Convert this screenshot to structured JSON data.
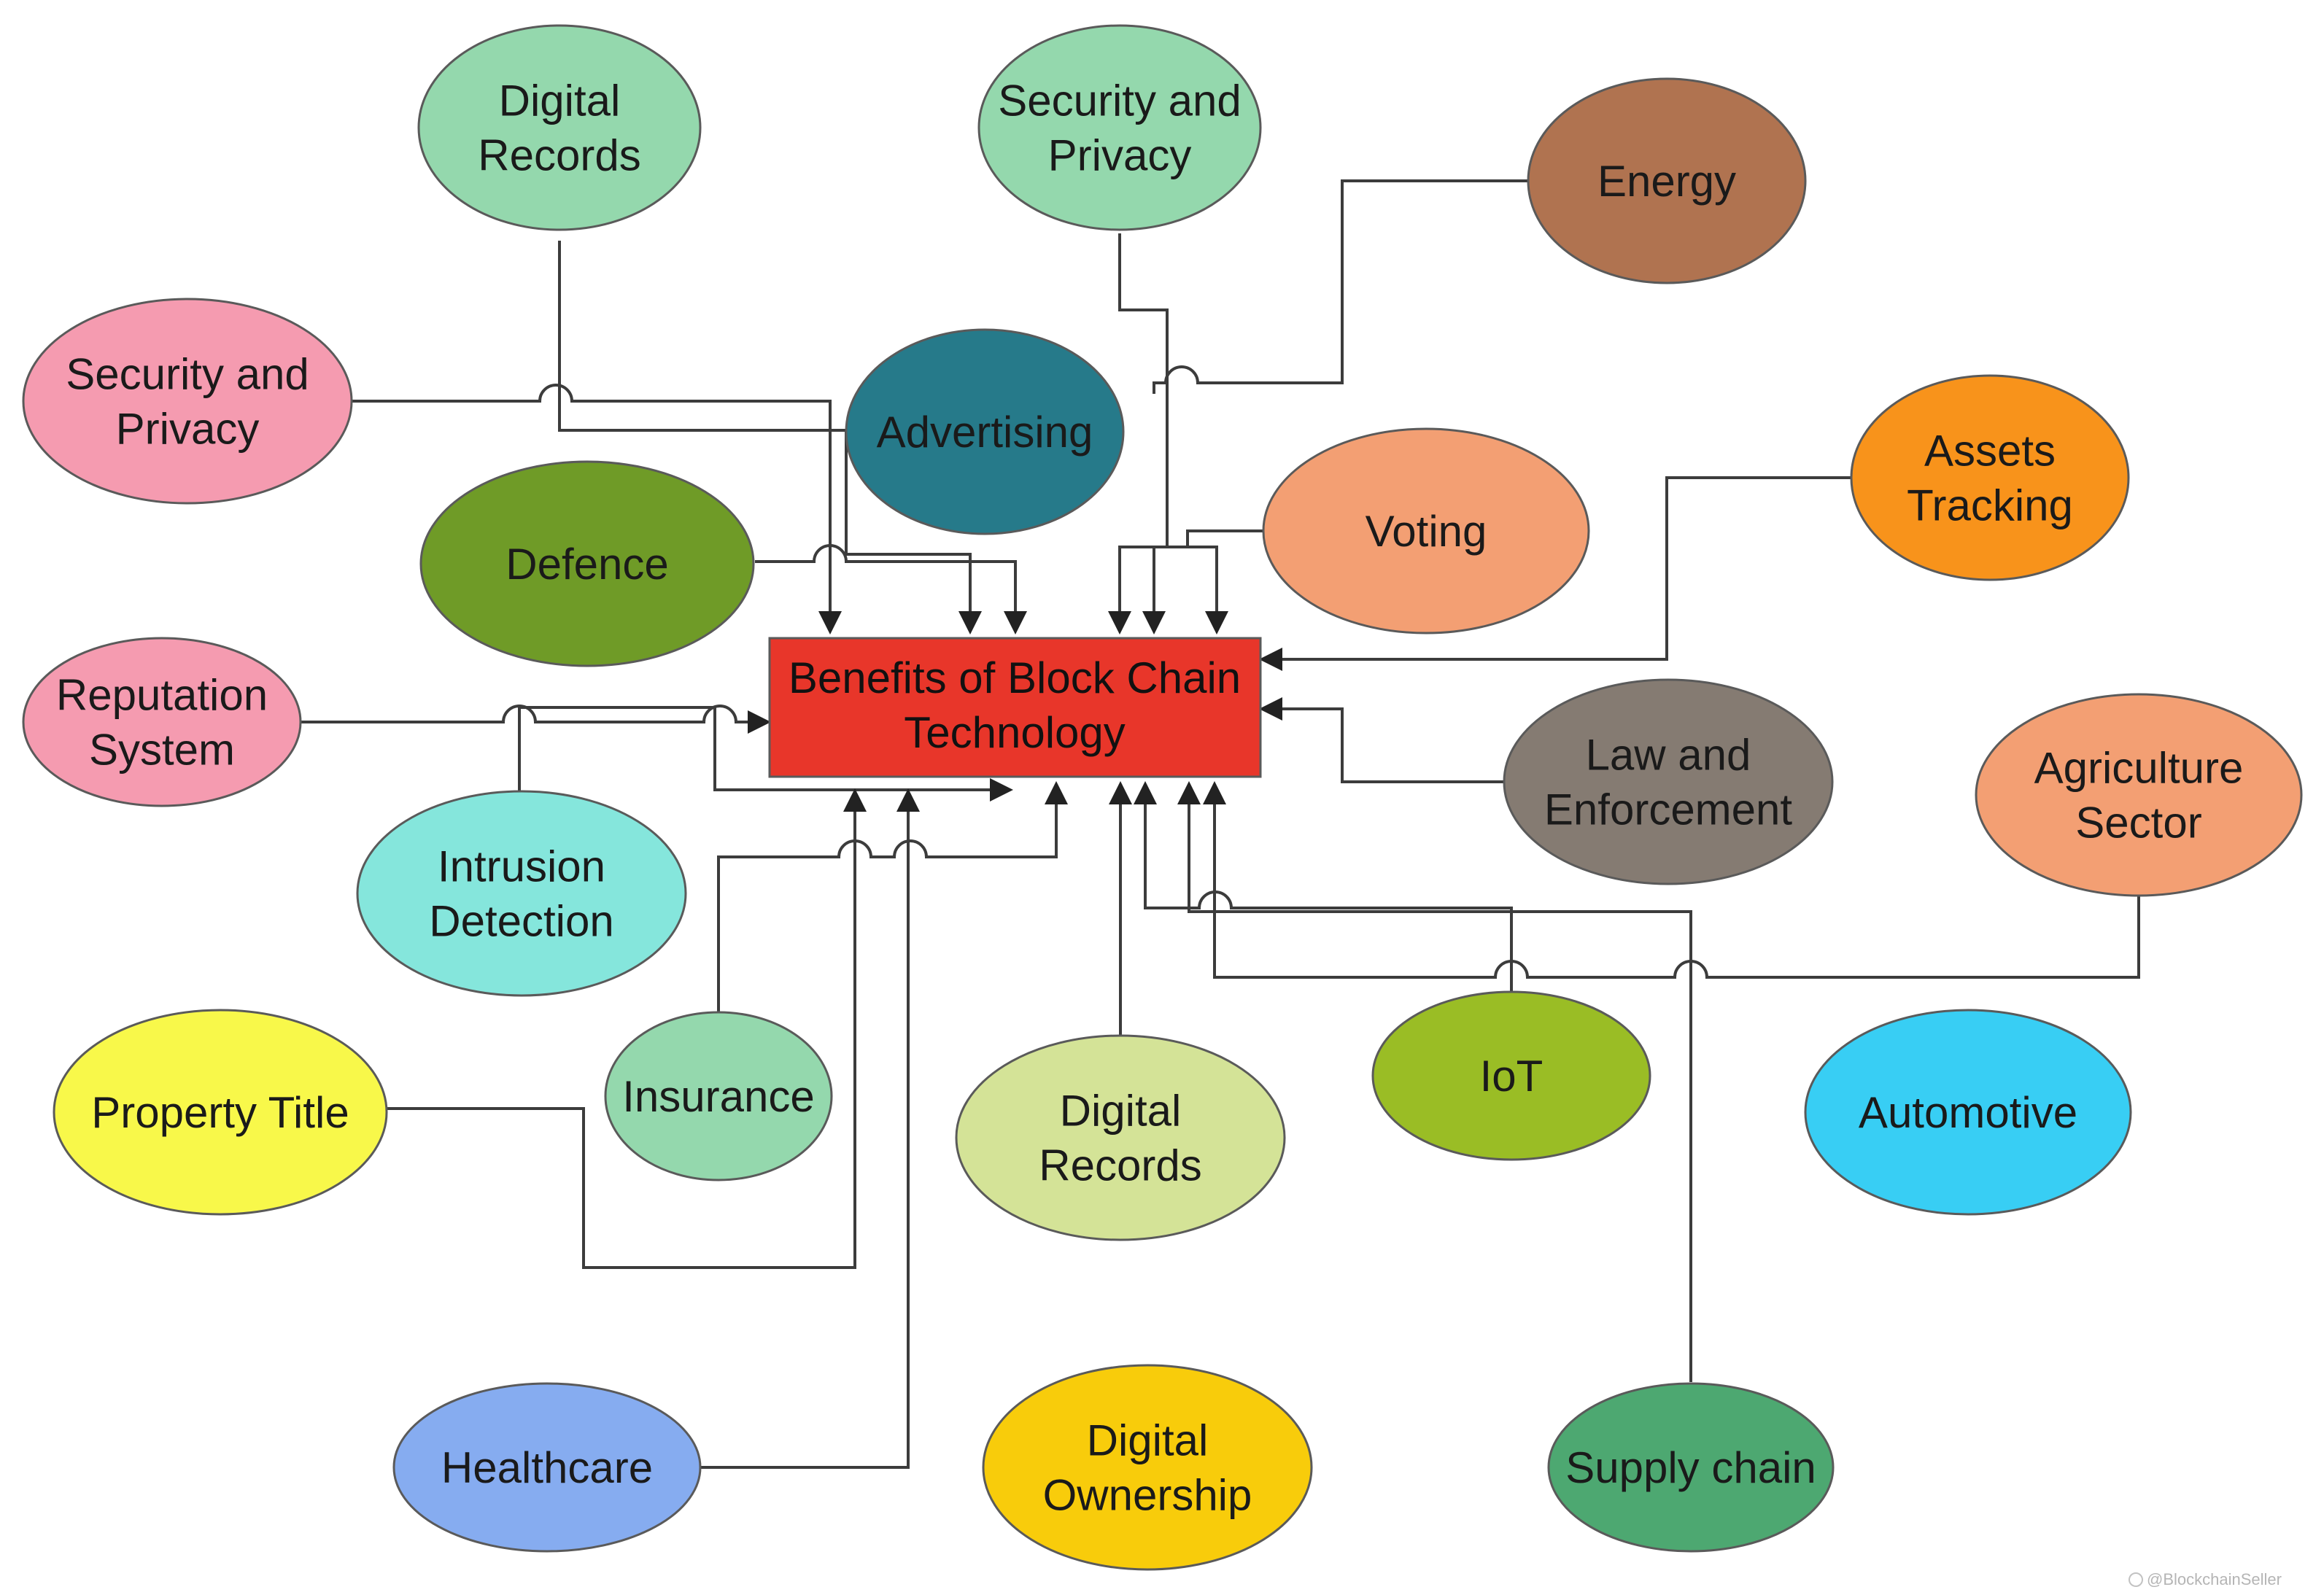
{
  "center": {
    "lines": [
      "Benefits of Block Chain",
      "Technology"
    ],
    "color": "#e8362a"
  },
  "nodes": [
    {
      "id": "digital-records-top",
      "lines": [
        "Digital",
        "Records"
      ],
      "color": "#94d8ad"
    },
    {
      "id": "security-privacy-top",
      "lines": [
        "Security and",
        "Privacy"
      ],
      "color": "#94d8ad"
    },
    {
      "id": "energy",
      "lines": [
        "Energy"
      ],
      "color": "#b07350"
    },
    {
      "id": "security-privacy-left",
      "lines": [
        "Security and",
        "Privacy"
      ],
      "color": "#f59bb0"
    },
    {
      "id": "advertising",
      "lines": [
        "Advertising"
      ],
      "color": "#267a8a"
    },
    {
      "id": "assets-tracking",
      "lines": [
        "Assets",
        "Tracking"
      ],
      "color": "#f8931b"
    },
    {
      "id": "defence",
      "lines": [
        "Defence"
      ],
      "color": "#6f9b27"
    },
    {
      "id": "voting",
      "lines": [
        "Voting"
      ],
      "color": "#f39f73"
    },
    {
      "id": "reputation-system",
      "lines": [
        "Reputation",
        "System"
      ],
      "color": "#f59bb0"
    },
    {
      "id": "law-enforcement",
      "lines": [
        "Law and",
        "Enforcement"
      ],
      "color": "#857b72"
    },
    {
      "id": "agriculture-sector",
      "lines": [
        "Agriculture",
        "Sector"
      ],
      "color": "#f39f73"
    },
    {
      "id": "intrusion-detection",
      "lines": [
        "Intrusion",
        "Detection"
      ],
      "color": "#85e6dc"
    },
    {
      "id": "insurance",
      "lines": [
        "Insurance"
      ],
      "color": "#94d8ad"
    },
    {
      "id": "property-title",
      "lines": [
        "Property Title"
      ],
      "color": "#f8f84a"
    },
    {
      "id": "digital-records-bottom",
      "lines": [
        "Digital",
        "Records"
      ],
      "color": "#d4e397"
    },
    {
      "id": "iot",
      "lines": [
        "IoT"
      ],
      "color": "#9abd25"
    },
    {
      "id": "automotive",
      "lines": [
        "Automotive"
      ],
      "color": "#38cef4"
    },
    {
      "id": "healthcare",
      "lines": [
        "Healthcare"
      ],
      "color": "#86acf0"
    },
    {
      "id": "digital-ownership",
      "lines": [
        "Digital",
        "Ownership"
      ],
      "color": "#f8cc0b"
    },
    {
      "id": "supply-chain",
      "lines": [
        "Supply chain"
      ],
      "color": "#4da871"
    }
  ],
  "watermark": "@BlockchainSeller"
}
